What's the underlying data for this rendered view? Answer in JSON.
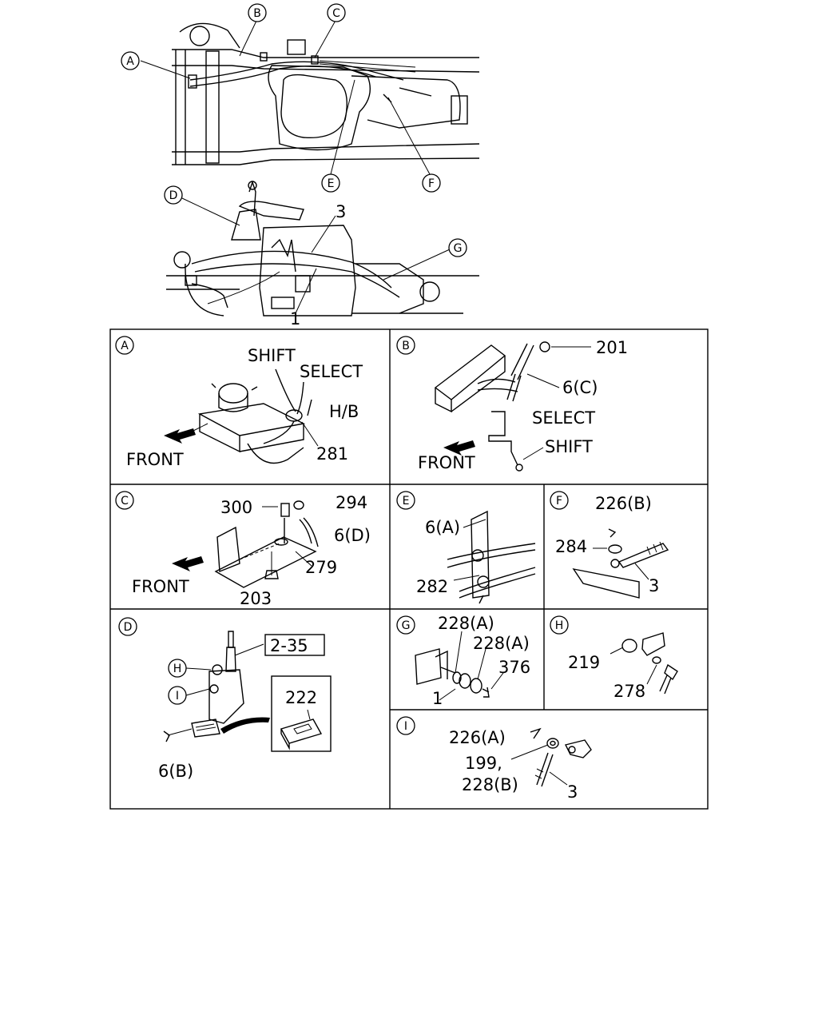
{
  "overview": {
    "callouts": [
      "A",
      "B",
      "C",
      "D",
      "E",
      "F",
      "G"
    ],
    "numbers": [
      "3",
      "1"
    ]
  },
  "panels": {
    "A": {
      "letter": "A",
      "shift": "SHIFT",
      "select": "SELECT",
      "hb": "H/B",
      "front": "FRONT",
      "part": "281"
    },
    "B": {
      "letter": "B",
      "p1": "201",
      "p2": "6(C)",
      "select": "SELECT",
      "shift": "SHIFT",
      "front": "FRONT"
    },
    "C": {
      "letter": "C",
      "p300": "300",
      "p294": "294",
      "p6d": "6(D)",
      "p279": "279",
      "p203": "203",
      "front": "FRONT"
    },
    "D": {
      "letter": "D",
      "ref": "2-35",
      "h": "H",
      "i": "I",
      "p222": "222",
      "p6b": "6(B)"
    },
    "E": {
      "letter": "E",
      "p6a": "6(A)",
      "p282": "282"
    },
    "F": {
      "letter": "F",
      "p226b": "226(B)",
      "p284": "284",
      "p3": "3"
    },
    "G": {
      "letter": "G",
      "p228a1": "228(A)",
      "p228a2": "228(A)",
      "p376": "376",
      "p1": "1"
    },
    "H": {
      "letter": "H",
      "p219": "219",
      "p278": "278"
    },
    "I": {
      "letter": "I",
      "p226a": "226(A)",
      "p199": "199,",
      "p228b": "228(B)",
      "p3": "3"
    }
  }
}
